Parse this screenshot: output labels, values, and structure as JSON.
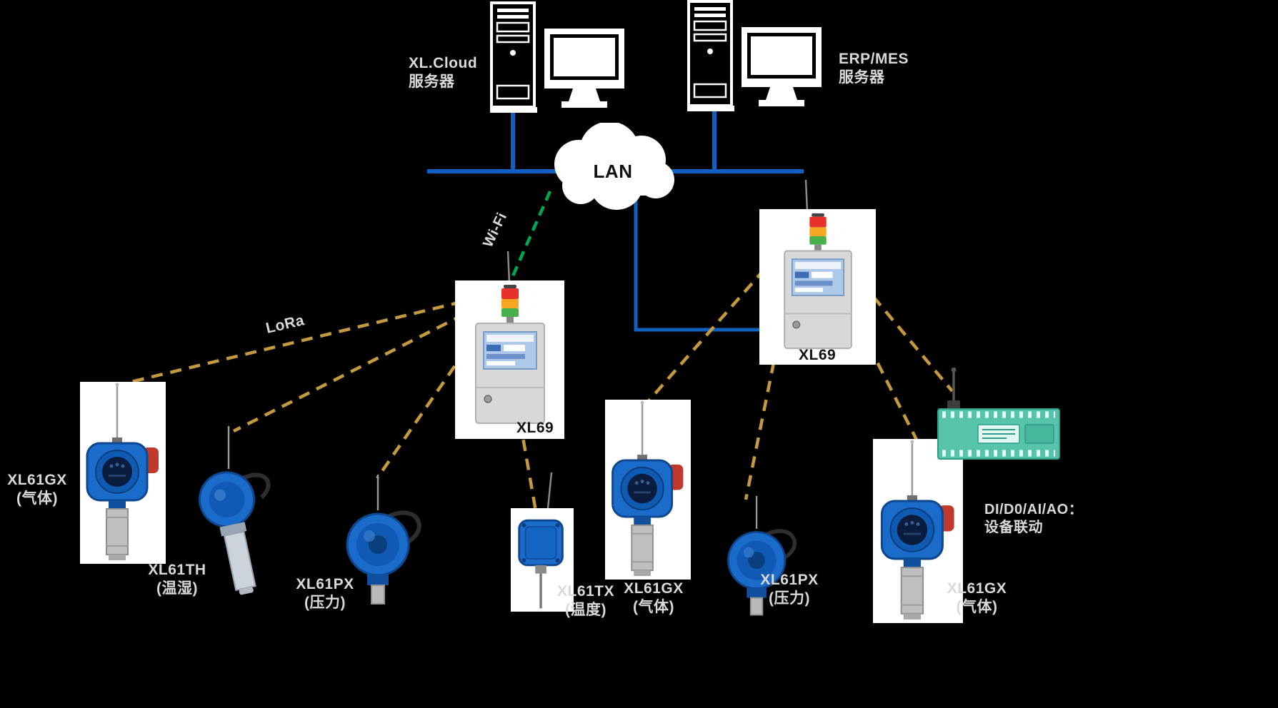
{
  "colors": {
    "background": "#000000",
    "lan_line": "#1160BF",
    "wifi_line": "#00A651",
    "lora_line": "#C39A3F",
    "label_text": "#D9D9D9",
    "controller_label_text": "#111111",
    "sensor_body_blue": "#1A6BCA",
    "plc_green": "#57C3AB",
    "alarm_red": "#E8312A",
    "alarm_yellow": "#F5A623",
    "alarm_green": "#47B04B"
  },
  "servers": [
    {
      "id": "xl-cloud-server",
      "label_line1": "XL.Cloud",
      "label_line2": "服务器"
    },
    {
      "id": "erp-mes-server",
      "label_line1": "ERP/MES",
      "label_line2": "服务器"
    }
  ],
  "network": {
    "lan_label": "LAN",
    "wifi_label": "Wi-Fi",
    "lora_label": "LoRa"
  },
  "controllers": [
    {
      "id": "controller-1",
      "label": "XL69"
    },
    {
      "id": "controller-2",
      "label": "XL69"
    }
  ],
  "sensors": [
    {
      "id": "xl61gx-left",
      "model": "XL61GX",
      "type": "(气体)"
    },
    {
      "id": "xl61th",
      "model": "XL61TH",
      "type": "(温湿)"
    },
    {
      "id": "xl61px-left",
      "model": "XL61PX",
      "type": "(压力)"
    },
    {
      "id": "xl61tx",
      "model": "XL61TX",
      "type": "(温度)"
    },
    {
      "id": "xl61gx-mid",
      "model": "XL61GX",
      "type": "(气体)"
    },
    {
      "id": "xl61px-right",
      "model": "XL61PX",
      "type": "(压力)"
    },
    {
      "id": "xl61gx-right",
      "model": "XL61GX",
      "type": "(气体)"
    }
  ],
  "plc": {
    "label_line1": "DI/D0/AI/AO：",
    "label_line2": "设备联动"
  }
}
